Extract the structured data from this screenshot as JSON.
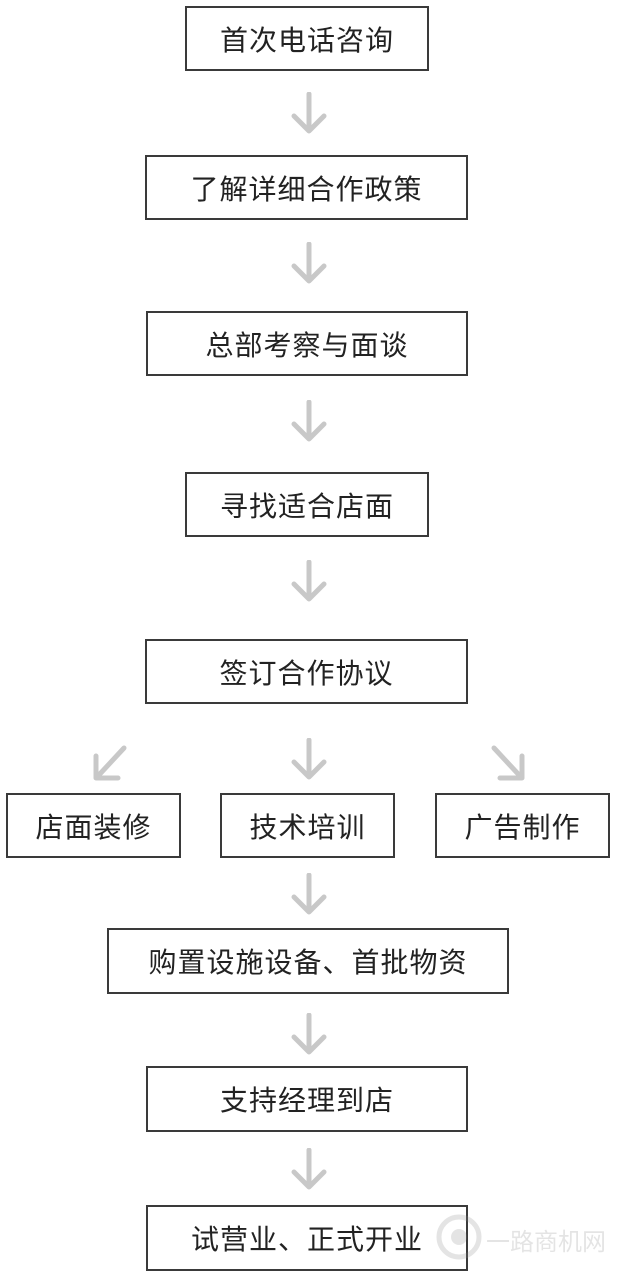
{
  "steps": {
    "phone_consult": "首次电话咨询",
    "policy": "了解详细合作政策",
    "hq_visit": "总部考察与面谈",
    "find_store": "寻找适合店面",
    "sign": "签订合作协议",
    "decoration": "店面装修",
    "training": "技术培训",
    "advertising": "广告制作",
    "purchase": "购置设施设备、首批物资",
    "manager": "支持经理到店",
    "opening": "试营业、正式开业"
  },
  "watermark": {
    "text": "一路商机网"
  },
  "colors": {
    "box_border": "#3a3a3a",
    "text": "#222222",
    "arrow": "#c8c8c8"
  }
}
